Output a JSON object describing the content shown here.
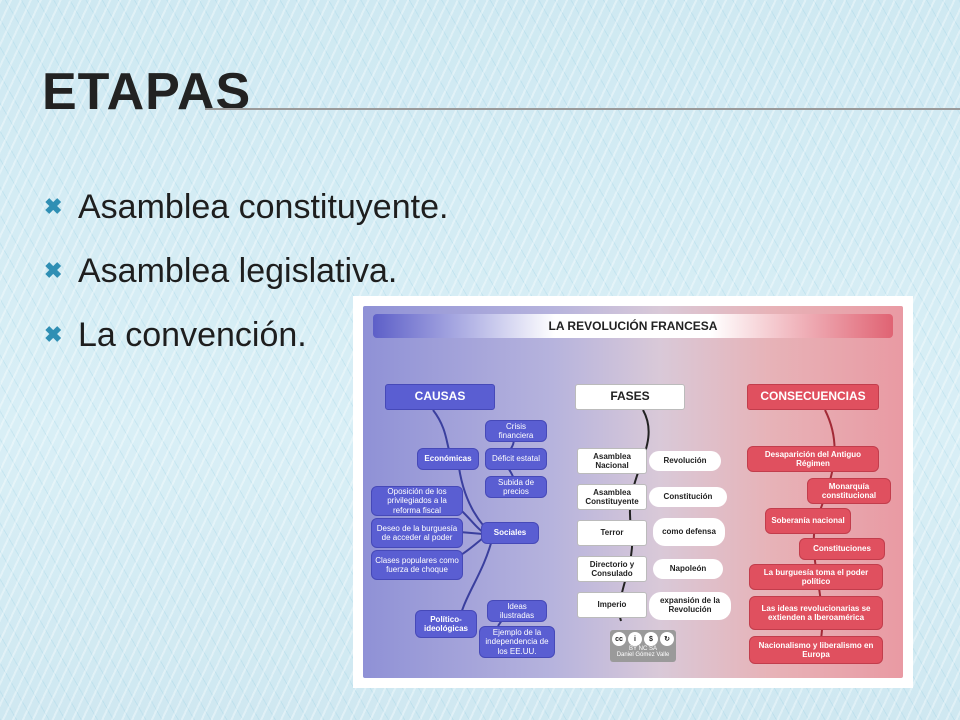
{
  "slide": {
    "title": "ETAPAS",
    "bullets": [
      "Asamblea constituyente.",
      "Asamblea legislativa.",
      "La convención."
    ],
    "bullet_icon": "x-mark-icon",
    "colors": {
      "accent": "#2f8fb4",
      "causes": "#5a5ed2",
      "consequences": "#e0505f"
    }
  },
  "diagram": {
    "title": "LA REVOLUCIÓN FRANCESA",
    "causas": {
      "label": "CAUSAS",
      "economicas": {
        "label": "Económicas",
        "items": [
          "Crisis financiera",
          "Déficit estatal",
          "Subida de precios"
        ]
      },
      "sociales": {
        "label": "Sociales",
        "items": [
          "Oposición de los privilegiados a la reforma fiscal",
          "Deseo de la burguesía de acceder al poder",
          "Clases populares como fuerza de choque"
        ]
      },
      "politico": {
        "label": "Político-ideológicas",
        "items": [
          "Ideas ilustradas",
          "Ejemplo de la independencia de los EE.UU."
        ]
      }
    },
    "fases": {
      "label": "FASES",
      "items": [
        {
          "fase": "Asamblea Nacional",
          "nota": "Revolución"
        },
        {
          "fase": "Asamblea Constituyente",
          "nota": "Constitución"
        },
        {
          "fase": "Terror",
          "nota": "como defensa"
        },
        {
          "fase": "Directorio y Consulado",
          "nota": "Napoleón"
        },
        {
          "fase": "Imperio",
          "nota": "expansión de la Revolución"
        }
      ]
    },
    "consecuencias": {
      "label": "CONSECUENCIAS",
      "items": [
        "Desaparición del Antiguo Régimen",
        "Monarquía constitucional",
        "Soberanía nacional",
        "Constituciones",
        "La burguesía toma el poder político",
        "Las ideas revolucionarias se extienden a Iberoamérica",
        "Nacionalismo y liberalismo en Europa"
      ]
    },
    "license": {
      "badge": "BY NC SA",
      "author": "Daniel Gómez Valle"
    }
  }
}
